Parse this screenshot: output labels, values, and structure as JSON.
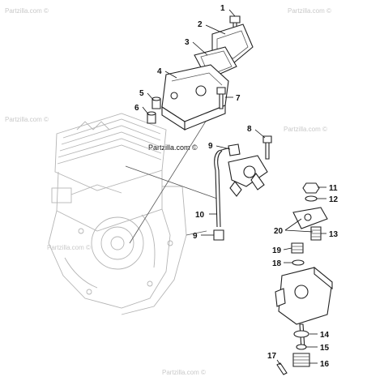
{
  "watermarks": {
    "main": "Partzilla.com ©",
    "repeats": [
      "Partzilla.com ©",
      "Partzilla.com ©",
      "Partzilla.com ©",
      "Partzilla.com ©",
      "Partzilla.com ©",
      "Partzilla.com ©"
    ]
  },
  "callouts": [
    {
      "id": "c1",
      "label": "1"
    },
    {
      "id": "c2",
      "label": "2"
    },
    {
      "id": "c3",
      "label": "3"
    },
    {
      "id": "c4",
      "label": "4"
    },
    {
      "id": "c5",
      "label": "5"
    },
    {
      "id": "c6",
      "label": "6"
    },
    {
      "id": "c7",
      "label": "7"
    },
    {
      "id": "c8",
      "label": "8"
    },
    {
      "id": "c9a",
      "label": "9"
    },
    {
      "id": "c9b",
      "label": "9"
    },
    {
      "id": "c10",
      "label": "10"
    },
    {
      "id": "c11",
      "label": "11"
    },
    {
      "id": "c12",
      "label": "12"
    },
    {
      "id": "c13",
      "label": "13"
    },
    {
      "id": "c14",
      "label": "14"
    },
    {
      "id": "c15",
      "label": "15"
    },
    {
      "id": "c16",
      "label": "16"
    },
    {
      "id": "c17",
      "label": "17"
    },
    {
      "id": "c18",
      "label": "18"
    },
    {
      "id": "c19",
      "label": "19"
    },
    {
      "id": "c20",
      "label": "20"
    }
  ],
  "colors": {
    "ink": "#111111",
    "engine": "#b5b5b5",
    "watermark": "#c9c9c9",
    "background": "#ffffff"
  }
}
